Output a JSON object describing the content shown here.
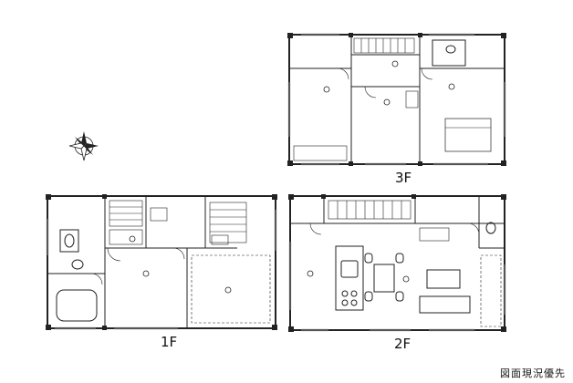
{
  "floors": {
    "f1": {
      "label": "1F"
    },
    "f2": {
      "label": "2F"
    },
    "f3": {
      "label": "3F"
    }
  },
  "footer_note": "図面現況優先",
  "colors": {
    "line": "#222222",
    "background": "#ffffff"
  },
  "icons": {
    "compass": "compass-rose-icon"
  }
}
